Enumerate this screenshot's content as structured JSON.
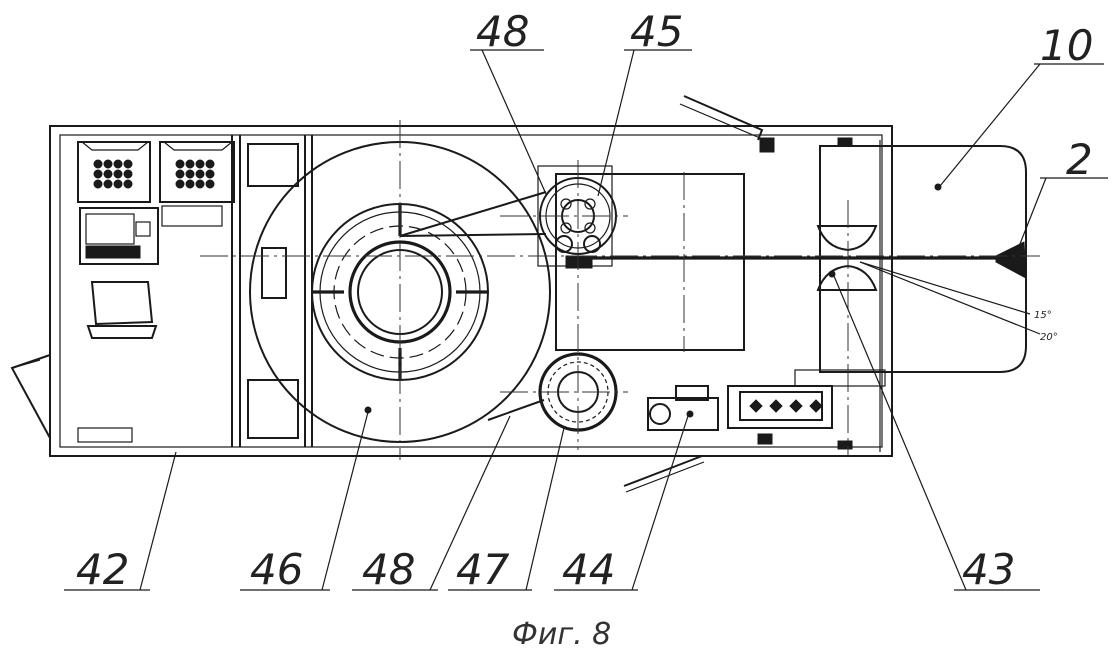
{
  "figure": {
    "caption": "Фиг. 8",
    "reference_labels": [
      "48",
      "45",
      "10",
      "2",
      "42",
      "46",
      "48",
      "47",
      "44",
      "43"
    ],
    "angle_labels": [
      "15°",
      "20°"
    ]
  }
}
